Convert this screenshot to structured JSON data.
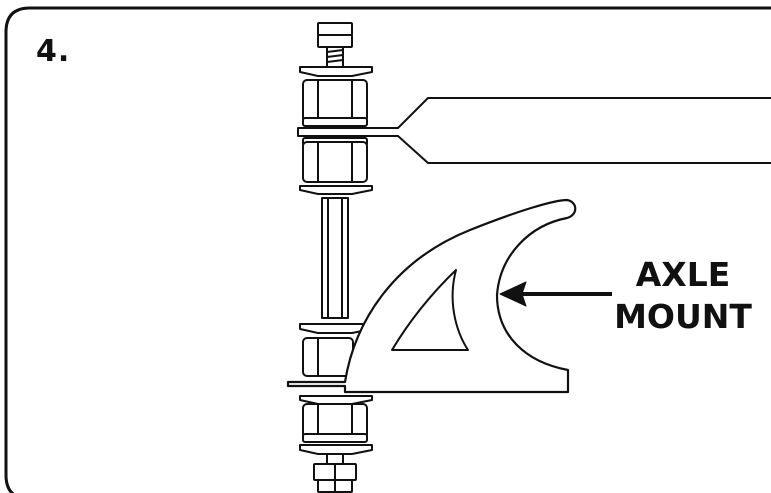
{
  "step": {
    "number": "4."
  },
  "callout": {
    "line1": "AXLE",
    "line2": "MOUNT"
  },
  "colors": {
    "stroke": "#111111",
    "fill": "#ffffff"
  },
  "icons": [
    "bolt-head-icon",
    "nut-icon",
    "arrow-icon"
  ]
}
